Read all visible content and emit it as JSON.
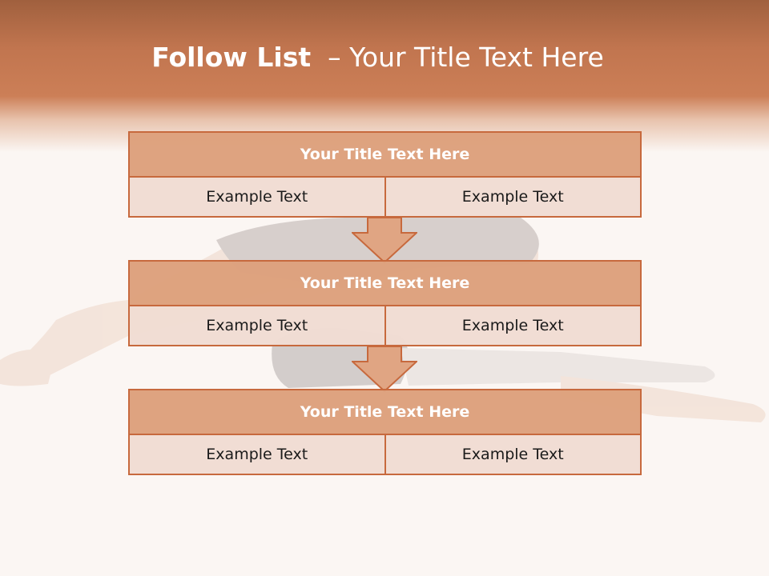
{
  "title": {
    "bold": "Follow List",
    "rest": "  – Your Title Text Here"
  },
  "steps": [
    {
      "title": "Your Title Text Here",
      "cells": [
        "Example Text",
        "Example Text"
      ]
    },
    {
      "title": "Your Title Text Here",
      "cells": [
        "Example Text",
        "Example Text"
      ]
    },
    {
      "title": "Your Title Text Here",
      "cells": [
        "Example Text",
        "Example Text"
      ]
    }
  ],
  "colors": {
    "header_band": "#cc7f57",
    "box_border": "#c7693d",
    "box_header_fill": "#dda07c",
    "box_cell_fill": "#f1dcd3",
    "arrow_fill": "#e0a583",
    "background": "#fbf6f3"
  }
}
